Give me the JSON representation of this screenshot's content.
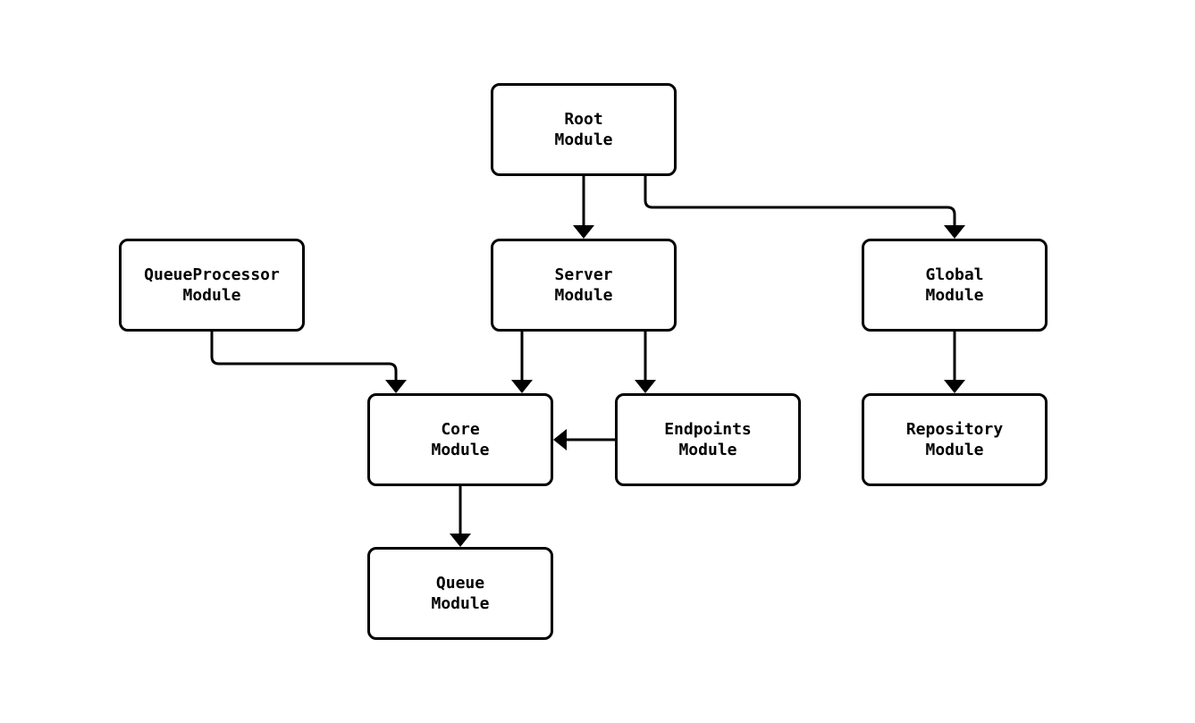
{
  "diagram": {
    "type": "flowchart",
    "background_color": "#ffffff",
    "node_fill_color": "#ffffff",
    "node_border_color": "#000000",
    "edge_color": "#000000",
    "text_color": "#000000",
    "nodes": [
      {
        "id": "root",
        "label": "Root\nModule"
      },
      {
        "id": "queueprocessor",
        "label": "QueueProcessor\nModule"
      },
      {
        "id": "server",
        "label": "Server\nModule"
      },
      {
        "id": "global",
        "label": "Global\nModule"
      },
      {
        "id": "core",
        "label": "Core\nModule"
      },
      {
        "id": "endpoints",
        "label": "Endpoints\nModule"
      },
      {
        "id": "repository",
        "label": "Repository\nModule"
      },
      {
        "id": "queue",
        "label": "Queue\nModule"
      }
    ],
    "edges": [
      {
        "from": "Root Module",
        "to": "Server Module"
      },
      {
        "from": "Root Module",
        "to": "Global Module"
      },
      {
        "from": "QueueProcessor Module",
        "to": "Core Module"
      },
      {
        "from": "Server Module",
        "to": "Core Module"
      },
      {
        "from": "Server Module",
        "to": "Endpoints Module"
      },
      {
        "from": "Endpoints Module",
        "to": "Core Module"
      },
      {
        "from": "Global Module",
        "to": "Repository Module"
      },
      {
        "from": "Core Module",
        "to": "Queue Module"
      }
    ]
  }
}
